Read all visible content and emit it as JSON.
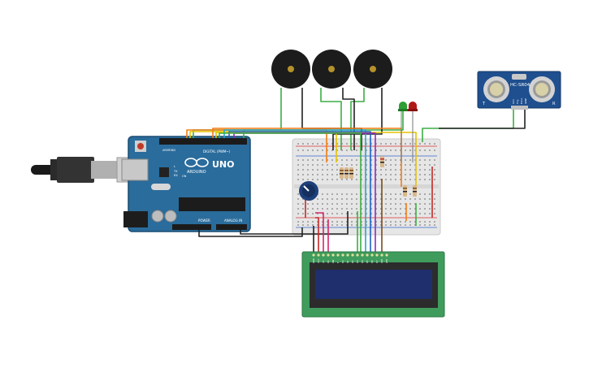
{
  "arduino": {
    "brand": "ARDUINO",
    "model": "UNO",
    "digital_label": "DIGITAL (PWM~)",
    "power_label": "POWER",
    "analog_label": "ANALOG IN",
    "tx_label": "TX",
    "rx_label": "RX",
    "aref_label": "AREF",
    "gnd_label": "GND",
    "on_label": "ON",
    "l_label": "L",
    "board_color": "#2a6c9c"
  },
  "sensor": {
    "model": "HC-SR04",
    "left_tag": "T",
    "right_tag": "R",
    "pins": [
      "VCC",
      "Trig",
      "Echo",
      "GND"
    ],
    "board_color": "#1f4f8e"
  },
  "lcd": {
    "pin_labels": [
      "GND",
      "VCC",
      "V0",
      "RS",
      "RW",
      "E",
      "D0",
      "D1",
      "D2",
      "D3",
      "D4",
      "D5",
      "D6",
      "D7",
      "LED",
      "LED"
    ],
    "board_color": "#3f9c5c",
    "screen_color": "#1f2f6e"
  },
  "colors": {
    "wire_green": "#3cae44",
    "wire_black": "#222222",
    "wire_orange": "#f07d14",
    "wire_yellow": "#e3c400",
    "wire_blue": "#1b63c4",
    "wire_cyan": "#29a5c9",
    "wire_purple": "#8e2cc4",
    "wire_pink": "#d4266b",
    "wire_brown": "#7a4a1c",
    "wire_red": "#c62828",
    "led_green": "#2e9e34",
    "led_red": "#b01818"
  }
}
